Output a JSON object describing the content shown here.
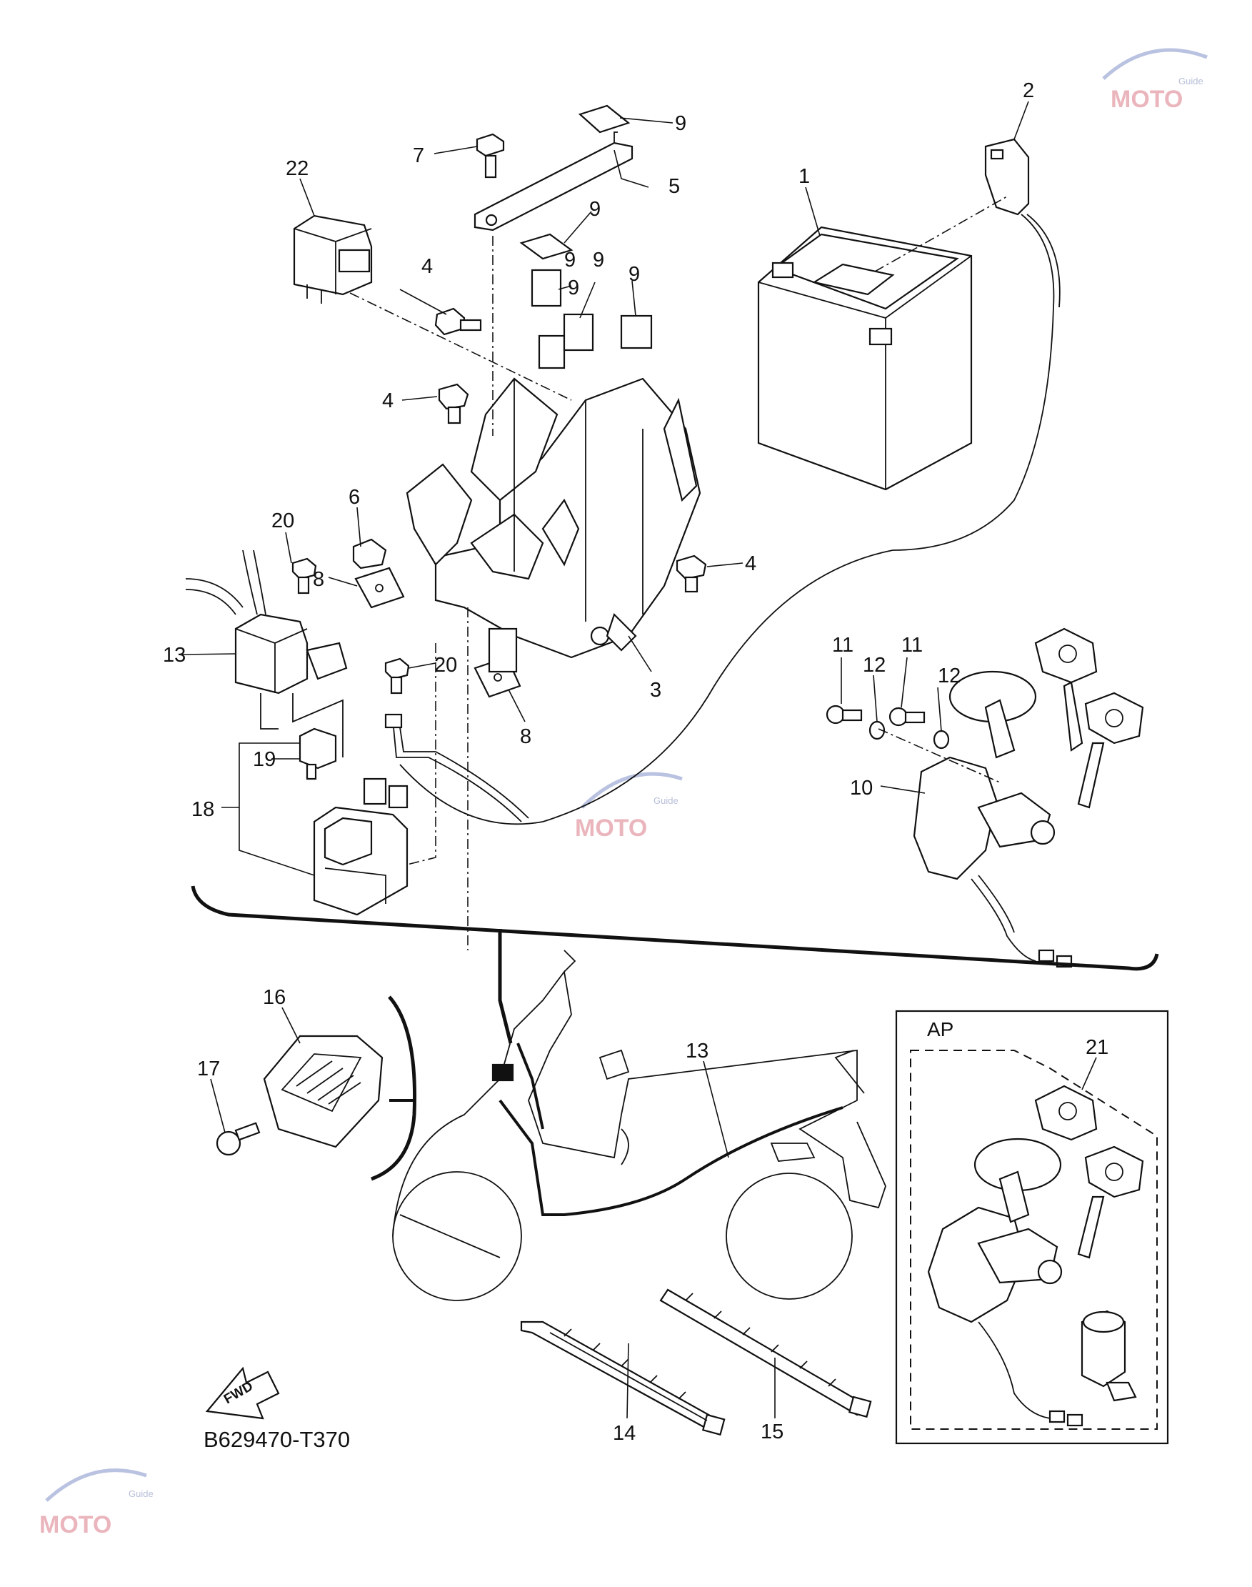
{
  "diagram": {
    "code": "B629470-T370",
    "fwd_label": "FWD",
    "ap_label": "AP",
    "watermark": "MOTO",
    "watermark_sub": "Guide"
  },
  "callouts": [
    {
      "id": "c1",
      "text": "1"
    },
    {
      "id": "c2",
      "text": "2"
    },
    {
      "id": "c3",
      "text": "3"
    },
    {
      "id": "c4a",
      "text": "4"
    },
    {
      "id": "c4b",
      "text": "4"
    },
    {
      "id": "c4c",
      "text": "4"
    },
    {
      "id": "c5",
      "text": "5"
    },
    {
      "id": "c6",
      "text": "6"
    },
    {
      "id": "c7",
      "text": "7"
    },
    {
      "id": "c8a",
      "text": "8"
    },
    {
      "id": "c8b",
      "text": "8"
    },
    {
      "id": "c9a",
      "text": "9"
    },
    {
      "id": "c9b",
      "text": "9"
    },
    {
      "id": "c9c",
      "text": "9"
    },
    {
      "id": "c9d",
      "text": "9"
    },
    {
      "id": "c9e",
      "text": "9"
    },
    {
      "id": "c9f",
      "text": "9"
    },
    {
      "id": "c10",
      "text": "10"
    },
    {
      "id": "c11a",
      "text": "11"
    },
    {
      "id": "c11b",
      "text": "11"
    },
    {
      "id": "c12a",
      "text": "12"
    },
    {
      "id": "c12b",
      "text": "12"
    },
    {
      "id": "c13a",
      "text": "13"
    },
    {
      "id": "c13b",
      "text": "13"
    },
    {
      "id": "c14",
      "text": "14"
    },
    {
      "id": "c15",
      "text": "15"
    },
    {
      "id": "c16",
      "text": "16"
    },
    {
      "id": "c17",
      "text": "17"
    },
    {
      "id": "c18",
      "text": "18"
    },
    {
      "id": "c19",
      "text": "19"
    },
    {
      "id": "c20a",
      "text": "20"
    },
    {
      "id": "c20b",
      "text": "20"
    },
    {
      "id": "c21",
      "text": "21"
    },
    {
      "id": "c22",
      "text": "22"
    }
  ]
}
